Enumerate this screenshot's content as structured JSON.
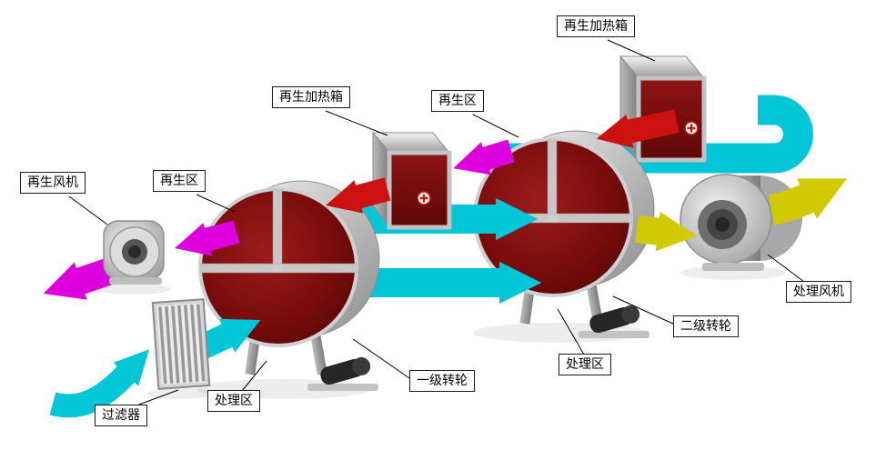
{
  "diagram": {
    "labels": {
      "regen_heater_top": "再生加热箱",
      "regen_heater_mid": "再生加热箱",
      "regen_zone_right": "再生区",
      "regen_zone_left": "再生区",
      "regen_fan": "再生风机",
      "filter": "过滤器",
      "process_zone_left": "处理区",
      "rotor_stage1": "一级转轮",
      "process_zone_right": "处理区",
      "rotor_stage2": "二级转轮",
      "process_fan": "处理风机"
    },
    "colors": {
      "process_air": "#00c6d8",
      "regen_air": "#dd00dd",
      "heated_air": "#cc1111",
      "outlet_air": "#d2ca00",
      "rotor_face": "#7c0d0d",
      "heater_face": "#7a0c0c",
      "metal_light": "#e8e8e8",
      "metal_dark": "#9a9a9a"
    }
  }
}
